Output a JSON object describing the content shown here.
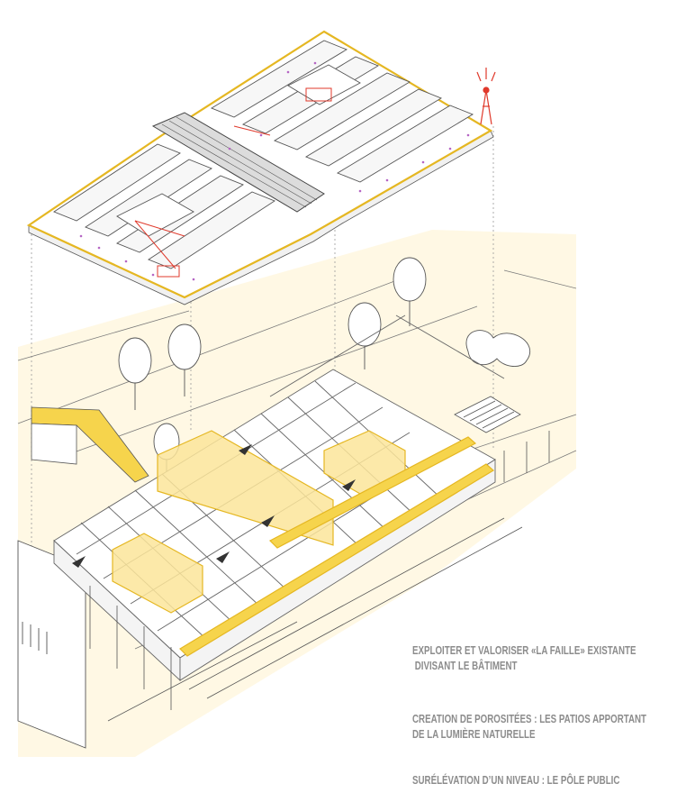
{
  "captions": {
    "line1": "EXPLOITER ET VALORISER «LA FAILLE» EXISTANTE",
    "line2": " DIVISANT LE BÂTIMENT",
    "line3": "CREATION DE POROSITÉES : LES PATIOS APPORTANT",
    "line4": "DE LA LUMIÈRE NATURELLE",
    "line5": "SURÉLÉVATION D’UN NIVEAU : LE PÔLE PUBLIC"
  },
  "colors": {
    "highlight": "#f6d44c",
    "highlight_fill": "#fbe59a",
    "outline_yellow": "#e5b722",
    "accent_red": "#e0392b",
    "accent_purple": "#b565c4",
    "ground_tint": "#fff8e4",
    "caption_text": "#8c8c8c",
    "line": "#6b6b6b"
  },
  "icons": {
    "antenna": "antenna-icon",
    "tree": "tree-icon",
    "sculpture": "sculpture-icon"
  }
}
